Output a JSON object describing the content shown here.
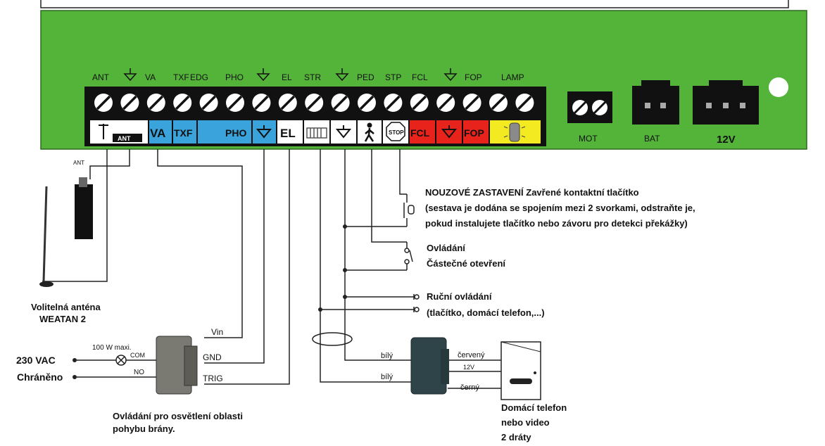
{
  "board": {
    "top_labels": [
      "ANT",
      "VA",
      "TXF",
      "EDG",
      "PHO",
      "EL",
      "STR",
      "PED",
      "STP",
      "FCL",
      "FOP",
      "LAMP"
    ],
    "strip_labels": {
      "ant": "ANT",
      "va": "VA",
      "txf": "TXF",
      "pho": "PHO",
      "el": "EL",
      "stop": "STOP",
      "fcl": "FCL",
      "fop": "FOP"
    },
    "connectors": {
      "mot": "MOT",
      "bat": "BAT",
      "v12": "12V"
    },
    "colors": {
      "board": "#54b43a",
      "terminal_block": "#111111",
      "blue": "#3ba3dc",
      "red": "#e8231c",
      "yellow": "#f4ea22"
    }
  },
  "antenna": {
    "label_small": "ANT",
    "caption_line1": "Volitelná anténa",
    "caption_line2": "WEATAN 2"
  },
  "emergency_stop": {
    "line1": "NOUZOVÉ ZASTAVENÍ  Zavřené kontaktní tlačítko",
    "line2": "(sestava je dodána se spojením mezi 2 svorkami, odstraňte je,",
    "line3": "pokud instalujete tlačítko nebo závoru pro detekci překážky)"
  },
  "partial_open": {
    "line1": "Ovládání",
    "line2": "Částečné otevření"
  },
  "manual_control": {
    "line1": "Ruční ovládání",
    "line2": "(tlačítko, domácí telefon,...)"
  },
  "lighting": {
    "power": "230 VAC",
    "protected": "Chráněno",
    "max": "100 W maxi.",
    "com": "COM",
    "no": "NO",
    "vin": "Vin",
    "gnd": "GND",
    "trig": "TRIG",
    "caption_line1": "Ovládání pro osvětlení oblasti",
    "caption_line2": "pohybu brány."
  },
  "intercom": {
    "white1": "bílý",
    "white2": "bílý",
    "red": "červený",
    "v12": "12V",
    "black": "černý",
    "caption_line1": "Domácí telefon",
    "caption_line2": "nebo video",
    "caption_line3": "2 dráty"
  }
}
